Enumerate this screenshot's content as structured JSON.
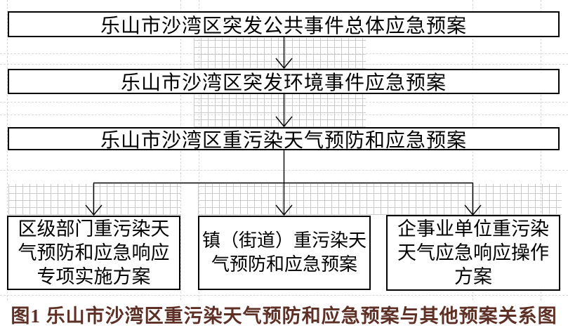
{
  "figure": {
    "boxes": {
      "box_overall": {
        "text": "乐山市沙湾区突发公共事件总体应急预案"
      },
      "box_environment": {
        "text": "乐山市沙湾区突发环境事件应急预案"
      },
      "box_heavy_pollution": {
        "text": "乐山市沙湾区重污染天气预防和应急预案"
      },
      "box_district_departments": {
        "lines": [
          "区级部门重污染天",
          "气预防和应急响应",
          "专项实施方案"
        ]
      },
      "box_towns_streets": {
        "lines": [
          "镇（街道）重污染天",
          "气预防和应急预案"
        ]
      },
      "box_enterprises": {
        "lines": [
          "企事业单位重污染",
          "天气应急响应操作",
          "方案"
        ]
      }
    },
    "caption": "图1  乐山市沙湾区重污染天气预防和应急预案与其他预案关系图",
    "colors": {
      "background": "#ffffff",
      "box_border": "#000000",
      "box_text": "#000000",
      "connector": "#000000",
      "caption_text": "#5e2f24",
      "grid_fine": "#cbcbcb",
      "grid_sparse": "#d9d9d9"
    }
  }
}
